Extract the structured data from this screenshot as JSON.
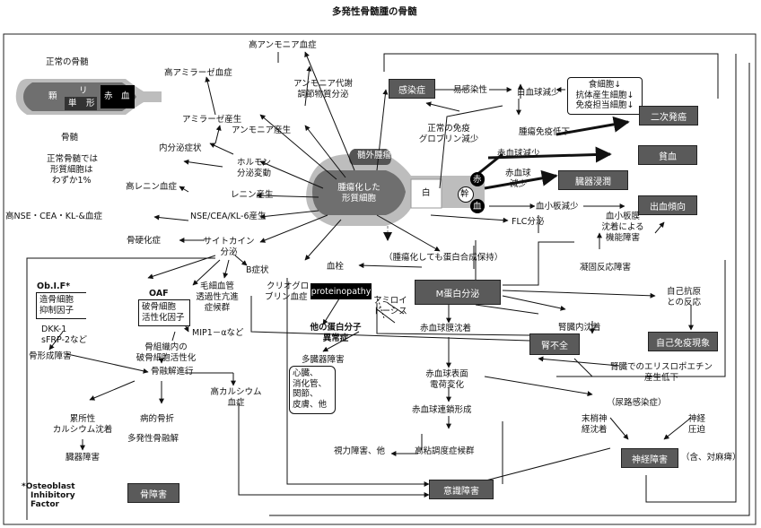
{
  "title": "多発性骨髄腫の骨髄",
  "normal": {
    "heading": "正常の骨髄",
    "seg_1": "顆",
    "seg_2": "リ",
    "seg_3": "単",
    "seg_4": "形",
    "seg_5": "赤",
    "seg_6": "血",
    "caption": "骨髄",
    "note_1": "正常骨髄では",
    "note_2": "形質細胞は",
    "note_3": "わずか1%"
  },
  "myeloma": {
    "badge": "髄外腫瘤",
    "cell_1": "腫瘍化した",
    "cell_2": "形質細胞",
    "white": "白",
    "stem": "幹",
    "red": "赤",
    "platelet": "血"
  },
  "nodes": {
    "hyperammonemia": "高アンモニア血症",
    "ammonia_reg_1": "アンモニア代謝",
    "ammonia_reg_2": "調節物質分泌",
    "hyperamylasemia": "高アミラーゼ血症",
    "ammonia_prod": "アンモニア産生",
    "amylase_prod": "アミラーゼ産生",
    "endocrine": "内分泌症状",
    "hormone_1": "ホルモン",
    "hormone_2": "分泌変動",
    "hyperrenin": "高レニン血症",
    "renin": "レニン産生",
    "nse_high": "高NSE・CEA・KL-&血症",
    "nse_prod": "NSE/CEA/KL-6産生",
    "osteosclerosis": "骨硬化症",
    "cytokine_1": "サイトカイン",
    "cytokine_2": "分泌",
    "b_symptom": "B症状",
    "cryo_1": "クリオグロ",
    "cryo_2": "ブリン血症",
    "capillary_1": "毛細血管",
    "capillary_2": "透過性亢進",
    "capillary_3": "症候群",
    "obif_title": "Ob.I.F*",
    "obif_1": "造骨細胞",
    "obif_2": "抑制因子",
    "dkk_1": "DKK-1",
    "dkk_2": "sFRP-2など",
    "bone_formation": "骨形成障害",
    "oaf_title": "OAF",
    "oaf_1": "破骨細胞",
    "oaf_2": "活性化因子",
    "mip": "MIP1－αなど",
    "osteoclast_1": "骨組織内の",
    "osteoclast_2": "破骨細胞活性化",
    "bone_resorption": "骨融解進行",
    "hypercalcemia_1": "高カルシウム",
    "hypercalcemia_2": "血症",
    "metastatic_1": "累所性",
    "metastatic_2": "カルシウム沈着",
    "organ_damage": "臓器障害",
    "fracture": "病的骨折",
    "multiple_osteolysis": "多発性骨融解",
    "osteoblast_1": "*Osteoblast",
    "osteoblast_2": "Inhibitory",
    "osteoblast_3": "Factor",
    "bone_disorder": "骨障害",
    "infection": "感染症",
    "susceptibility": "易感染性",
    "wbc_decrease": "白血球減少",
    "food_1": "食細胞↓",
    "food_2": "抗体産生細胞↓",
    "food_3": "免疫担当細胞↓",
    "normal_immuno_1": "正常の免疫",
    "normal_immuno_2": "グロブリン減少",
    "tumor_immuno": "腫瘍免疫低下",
    "secondary_tumor": "二次発癌",
    "rbc_decrease": "赤血球減少",
    "anemia": "貧血",
    "rbc_decrease2_1": "赤血球",
    "rbc_decrease2_2": "減少",
    "organ_infiltration": "臓器浸潤",
    "platelet_decrease": "血小板減少",
    "bleeding": "出血傾向",
    "flc": "FLC分泌",
    "platelet_coating_1": "血小板膜",
    "platelet_coating_2": "沈着による",
    "platelet_coating_3": "機能障害",
    "coag": "凝固反応障害",
    "protein_synth": "（腫瘍化しても蛋白合成保持）",
    "thrombus": "血栓",
    "proteinopathy": "proteinopathy",
    "other_protein_1": "他の蛋白分子",
    "other_protein_2": "異常症",
    "amyloid_1": "アミロイ",
    "amyloid_2": "ドーシス",
    "m_protein": "M蛋白分泌",
    "autoantigen_1": "自己抗原",
    "autoantigen_2": "との反応",
    "autoimmune": "自己免疫現象",
    "rbc_deposit": "赤血球膜沈着",
    "renal_deposit": "腎臓内沈着",
    "renal_failure": "腎不全",
    "epo_1": "腎臓でのエリスロポエチン",
    "epo_2": "産生低下",
    "multiorgan": "多臓器障害",
    "organs_1": "心臓、",
    "organs_2": "消化管、",
    "organs_3": "関節、",
    "organs_4": "皮膚、他",
    "rbc_surface_1": "赤血球表面",
    "rbc_surface_2": "電荷変化",
    "rouleaux": "赤血球連鎖形成",
    "urinary": "（尿路感染症）",
    "peripheral_1": "末梢神",
    "peripheral_2": "経沈着",
    "nerve_comp_1": "神経",
    "nerve_comp_2": "圧迫",
    "vision": "視力障害、他",
    "hyperviscosity": "高粘調度症候群",
    "nerve_disorder": "神経障害",
    "paraplegia": "（含、対麻痺）",
    "consciousness": "意識障害"
  },
  "colors": {
    "dark_box": "#5a5a5a",
    "marrow_outer": "#bdbdbd",
    "marrow_inner": "#6f6f6f",
    "black": "#000000"
  }
}
